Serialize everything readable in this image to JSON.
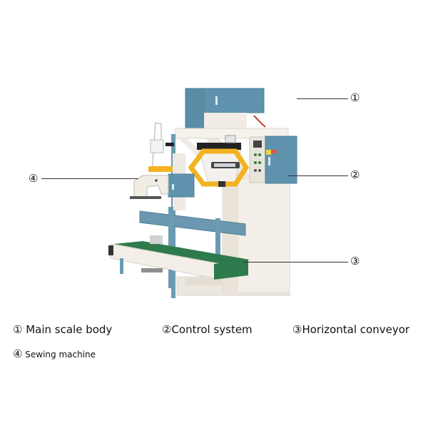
{
  "figure": {
    "subject": "Automatic bagging scale / packing machine",
    "colors": {
      "panel_blue": "#5f93ad",
      "body_white": "#f3efe8",
      "frame_yellow": "#f2b321",
      "belt_green": "#2f7a4c",
      "callout_line": "#333333"
    }
  },
  "callouts": [
    {
      "id": "1",
      "symbol": "①",
      "target": "main-scale-body"
    },
    {
      "id": "2",
      "symbol": "②",
      "target": "control-system"
    },
    {
      "id": "3",
      "symbol": "③",
      "target": "horizontal-conveyor"
    },
    {
      "id": "4",
      "symbol": "④",
      "target": "sewing-machine"
    }
  ],
  "legend": {
    "items": [
      {
        "symbol": "①",
        "label": " Main scale body"
      },
      {
        "symbol": "②",
        "label": "Control system"
      },
      {
        "symbol": "③",
        "label": "Horizontal conveyor"
      },
      {
        "symbol": "④",
        "label": " Sewing machine"
      }
    ]
  }
}
